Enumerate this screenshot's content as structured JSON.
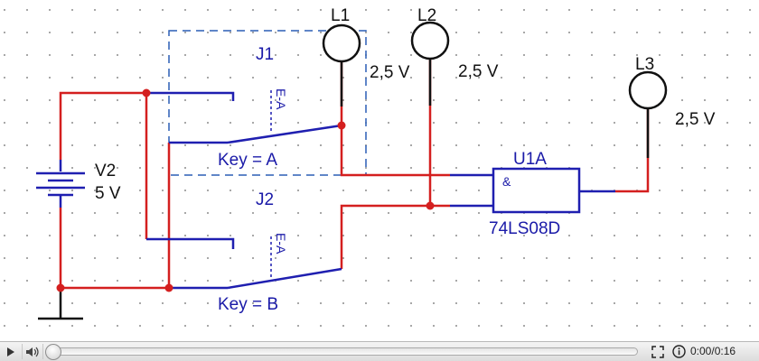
{
  "diagram": {
    "components": {
      "lamp_l1": {
        "ref": "L1",
        "voltage": "2,5 V"
      },
      "lamp_l2": {
        "ref": "L2",
        "voltage": "2,5 V"
      },
      "lamp_l3": {
        "ref": "L3",
        "voltage": "2,5 V"
      },
      "switch_j1": {
        "ref": "J1",
        "key": "Key = A",
        "mark": "E-A"
      },
      "switch_j2": {
        "ref": "J2",
        "key": "Key = B",
        "mark": "E-A"
      },
      "battery_v2": {
        "ref": "V2",
        "value": "5 V"
      },
      "gate_u1a": {
        "ref": "U1A",
        "part": "74LS08D",
        "symbol": "&"
      }
    },
    "colors": {
      "wire_red": "#d41f1f",
      "wire_blue": "#1f1fb0",
      "component_blue": "#1a1aa8",
      "junction": "#d41f1f",
      "grid_dot": "#8c8c8c"
    }
  },
  "player": {
    "time": "0:00/0:16",
    "progress": 0,
    "icons": {
      "play": "play-icon",
      "volume": "volume-icon",
      "fullscreen": "fullscreen-icon",
      "info": "info-icon"
    }
  }
}
